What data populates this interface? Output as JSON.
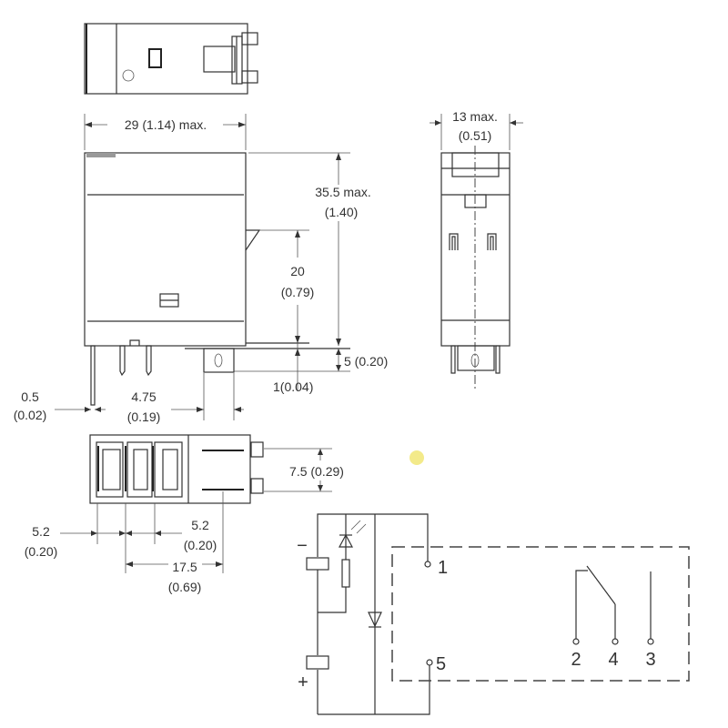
{
  "dimensions": {
    "width_max": "29 (1.14) max.",
    "height_max": "35.5 max.",
    "height_max_in": "(1.40)",
    "mount_height": "20",
    "mount_height_in": "(0.79)",
    "pin_length": "5 (0.20)",
    "tab_thickness": "1(0.04)",
    "pin_width": "0.5",
    "pin_width_in": "(0.02)",
    "tab_width": "4.75",
    "tab_width_in": "(0.19)",
    "depth_max": "13 max.",
    "depth_max_in": "(0.51)",
    "tab_spacing": "7.5 (0.29)",
    "pitch_left": "5.2",
    "pitch_left_in": "(0.20)",
    "pitch_right": "5.2",
    "pitch_right_in": "(0.20)",
    "pin_to_tab": "17.5",
    "pin_to_tab_in": "(0.69)"
  },
  "circuit": {
    "minus": "−",
    "plus": "+",
    "terminals": [
      "1",
      "5",
      "2",
      "4",
      "3"
    ]
  },
  "colors": {
    "line": "#333333",
    "highlight": "#f3ea8a"
  }
}
